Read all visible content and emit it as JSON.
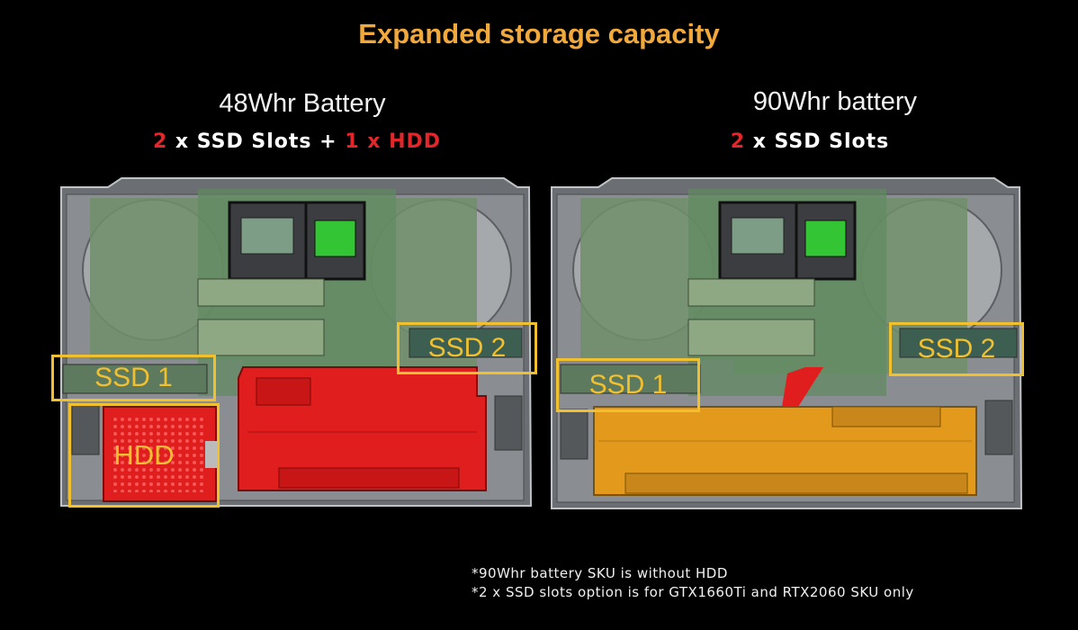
{
  "title": "Expanded storage capacity",
  "colors": {
    "title": "#f2a93b",
    "highlight": "#e3262b",
    "label_box": "#f0c030",
    "hdd": "#e01e1e",
    "battery_48": "#e01e1e",
    "battery_90": "#e39a1c"
  },
  "left": {
    "heading": "48Whr Battery",
    "slots": {
      "n1": "2",
      "t1": " x SSD Slots + ",
      "n2": "1",
      "t2": " x HDD"
    },
    "labels": {
      "ssd1": "SSD 1",
      "ssd2": "SSD 2",
      "hdd": "HDD"
    }
  },
  "right": {
    "heading": "90Whr battery",
    "slots": {
      "n1": "2",
      "t1": " x SSD Slots"
    },
    "labels": {
      "ssd1": "SSD 1",
      "ssd2": "SSD 2"
    }
  },
  "notes": [
    "*90Whr battery SKU is without HDD",
    "*2 x SSD slots option is for GTX1660Ti and RTX2060 SKU only"
  ]
}
